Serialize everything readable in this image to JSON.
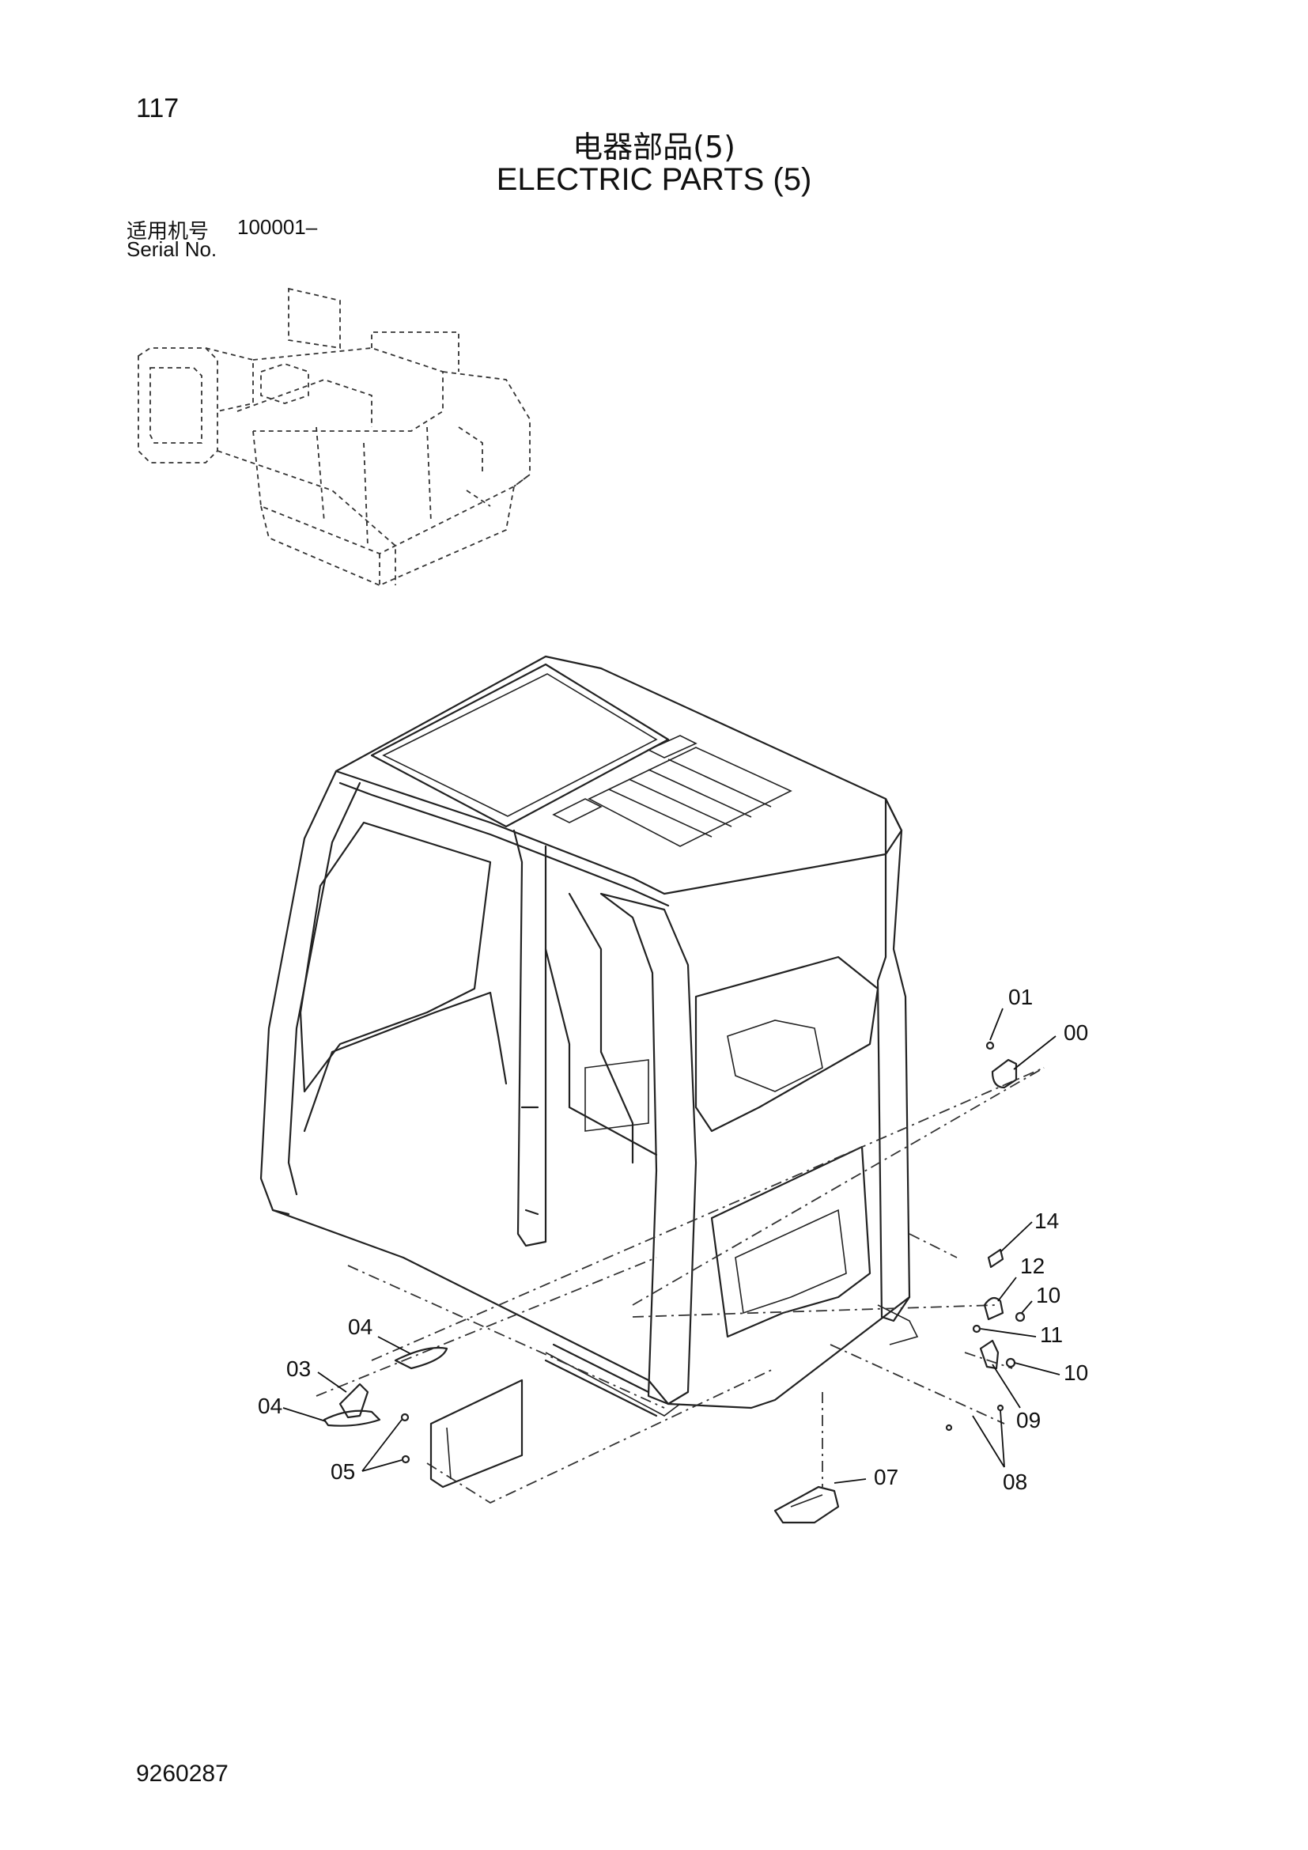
{
  "header": {
    "page_number": "117",
    "title_cn": "电器部品(5)",
    "title_en": "ELECTRIC PARTS (5)",
    "serial_label_cn": "适用机号",
    "serial_value": "100001–",
    "serial_label_en": "Serial No."
  },
  "footer": {
    "doc_number": "9260287"
  },
  "callouts": [
    {
      "id": "c01",
      "label": "01"
    },
    {
      "id": "c00",
      "label": "00"
    },
    {
      "id": "c14",
      "label": "14"
    },
    {
      "id": "c12",
      "label": "12"
    },
    {
      "id": "c10a",
      "label": "10"
    },
    {
      "id": "c11",
      "label": "11"
    },
    {
      "id": "c10b",
      "label": "10"
    },
    {
      "id": "c09",
      "label": "09"
    },
    {
      "id": "c08",
      "label": "08"
    },
    {
      "id": "c07",
      "label": "07"
    },
    {
      "id": "c04a",
      "label": "04"
    },
    {
      "id": "c03",
      "label": "03"
    },
    {
      "id": "c04b",
      "label": "04"
    },
    {
      "id": "c05",
      "label": "05"
    }
  ]
}
